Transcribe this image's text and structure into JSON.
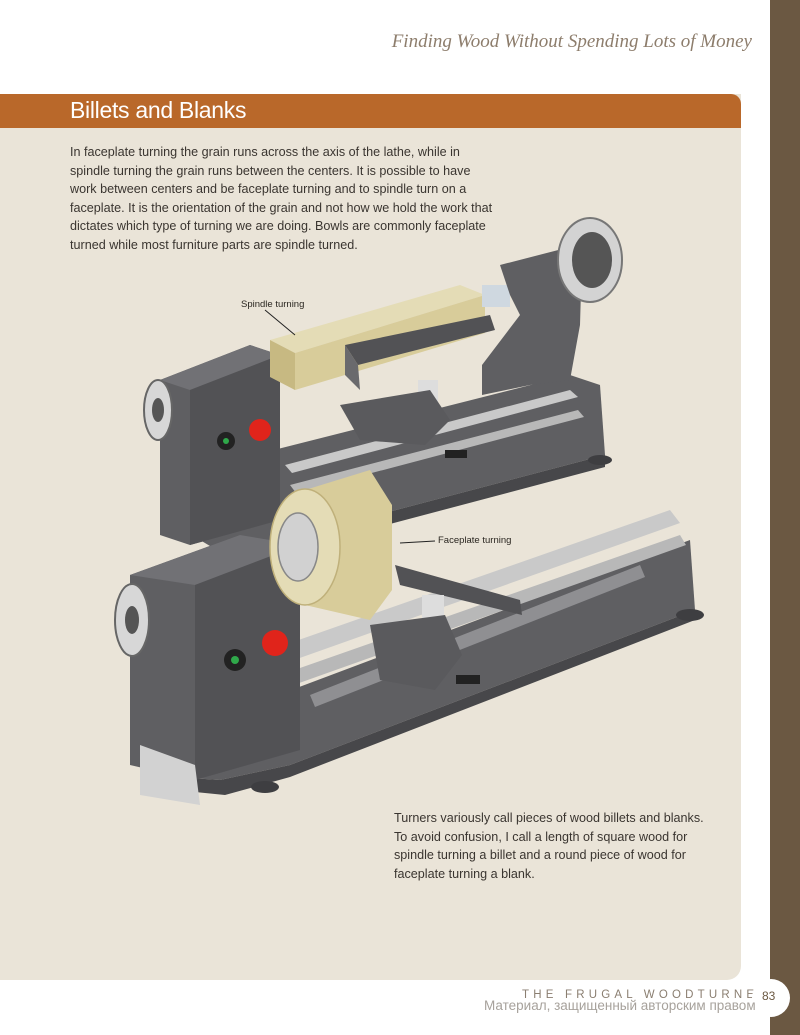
{
  "header": {
    "running_head": "Finding Wood Without Spending Lots of Money"
  },
  "section": {
    "title": "Billets and Blanks",
    "intro_text": "In faceplate turning the grain runs across the axis of the lathe, while in spindle turning the grain runs between the centers. It is possible to have work between centers and be faceplate turning and to spindle turn on a faceplate. It is the orientation of the grain and not how we hold the work that dictates which type of turning we are doing. Bowls are commonly faceplate turned while most furniture parts are spindle turned.",
    "caption_text": "Turners variously call pieces of wood billets and blanks. To avoid confusion, I call a length of square wood for spindle turning a billet and a round piece of wood for faceplate turning a blank."
  },
  "illustration": {
    "callouts": {
      "spindle": "Spindle turning",
      "faceplate": "Faceplate turning"
    },
    "colors": {
      "lathe_body": "#5f5f62",
      "lathe_dark": "#47474a",
      "bed_rail": "#c9c9c9",
      "switch_red": "#e0241b",
      "wood": "#d8cc9a"
    }
  },
  "footer": {
    "book_title": "THE FRUGAL WOODTURNER",
    "page_number": "83",
    "watermark": "Материал, защищенный авторским правом"
  }
}
